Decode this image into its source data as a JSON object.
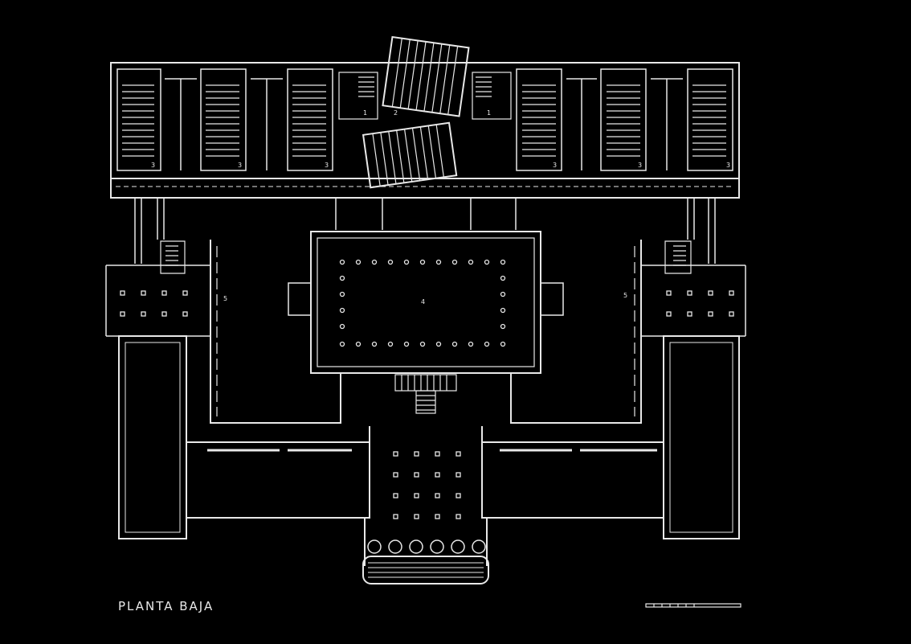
{
  "drawing": {
    "title": "PLANTA BAJA",
    "line_color": "#e8e8e8",
    "background": "#000000"
  },
  "room_numbers": {
    "stair": "1",
    "rotated_hall": "2",
    "classroom": "3",
    "courtyard": "4",
    "gallery": "5"
  }
}
